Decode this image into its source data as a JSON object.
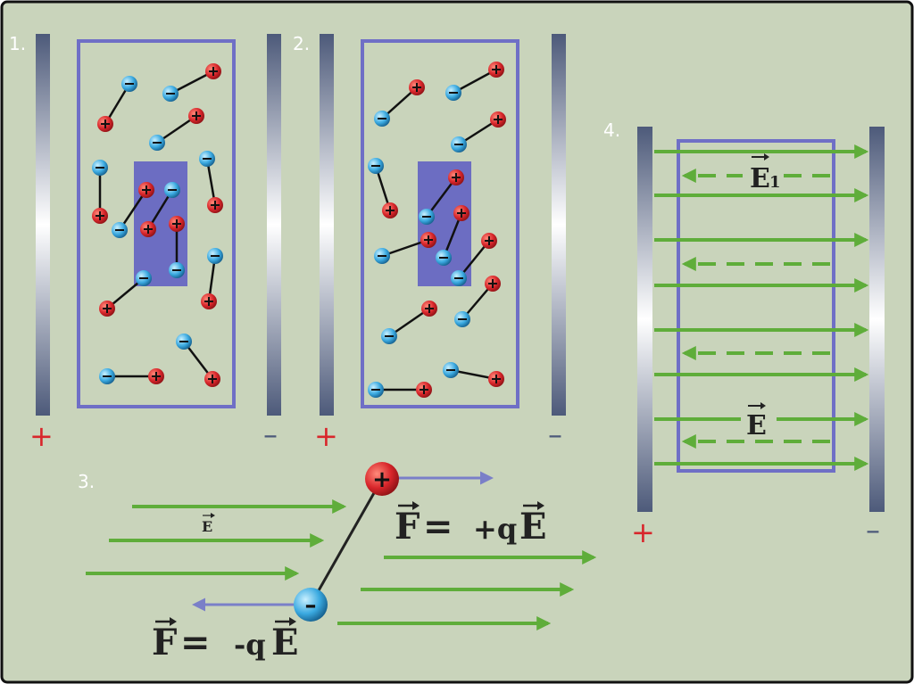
{
  "panels": {
    "p1": {
      "number": "1.",
      "plate_left_sign": "+",
      "plate_right_sign": "–"
    },
    "p2": {
      "number": "2.",
      "plate_left_sign": "+",
      "plate_right_sign": "–"
    },
    "p3": {
      "number": "3.",
      "field_label": "E",
      "force_top": {
        "lhs": "F",
        "eq": "=",
        "coef": "+q",
        "field": "E"
      },
      "force_bottom": {
        "lhs": "F",
        "eq": "=",
        "coef": "-q",
        "field": "E"
      },
      "charge_plus": "+",
      "charge_minus": "–"
    },
    "p4": {
      "number": "4.",
      "inner_field_label": "E",
      "inner_field_subscript": "1",
      "outer_field_label": "E",
      "plate_left_sign": "+",
      "plate_right_sign": "–"
    }
  },
  "colors": {
    "background": "#c9d4bb",
    "frame": "#6f6fc6",
    "inner_block": "#6c6dc2",
    "plus_charge": "#d8262b",
    "minus_charge": "#3aa9e0",
    "field_arrow": "#5fad3a",
    "force_arrow": "#7a7fc8",
    "plate_dark": "#4d5a7a"
  }
}
